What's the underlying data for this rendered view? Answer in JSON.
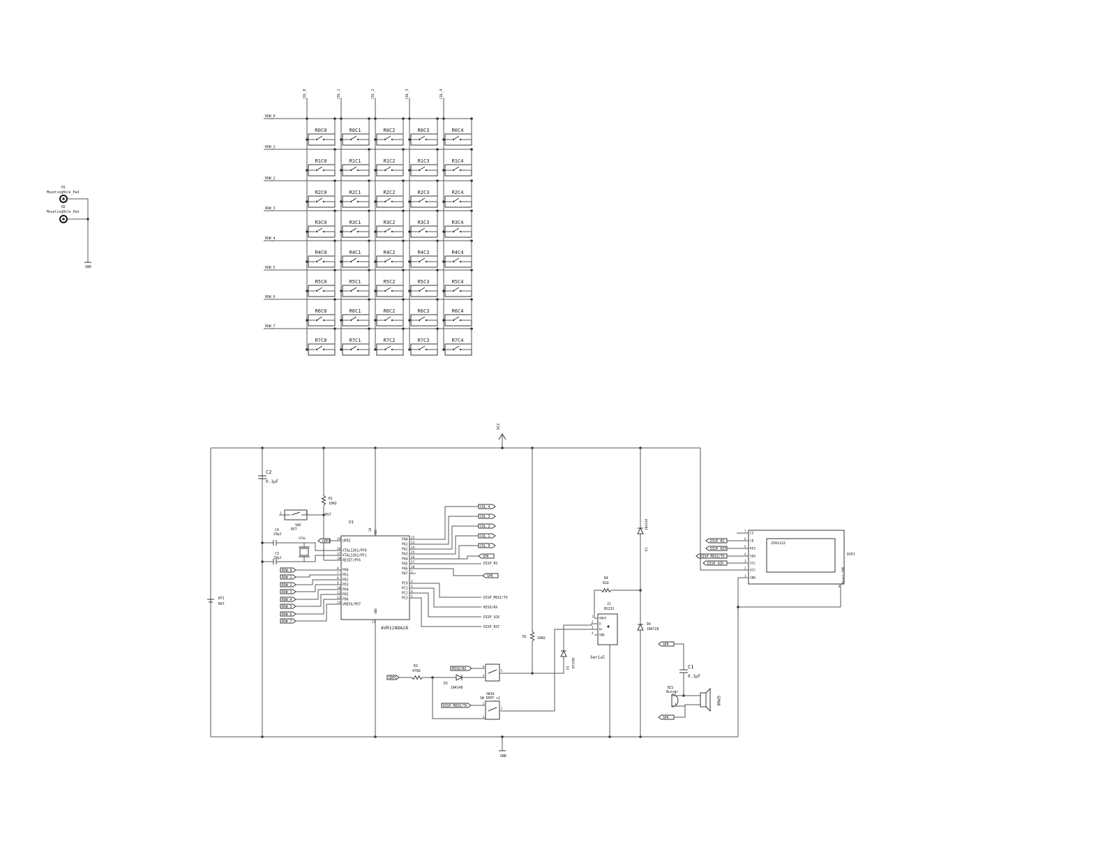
{
  "matrix": {
    "columns": [
      "COL_0",
      "COL_1",
      "COL_2",
      "COL_3",
      "COL_4"
    ],
    "rows": [
      "ROW_0",
      "ROW_1",
      "ROW_2",
      "ROW_3",
      "ROW_4",
      "ROW_5",
      "ROW_6",
      "ROW_7"
    ],
    "switch_refs": [
      [
        "R0C0",
        "R0C1",
        "R0C2",
        "R0C3",
        "R0C4"
      ],
      [
        "R1C0",
        "R1C1",
        "R1C2",
        "R1C3",
        "R1C4"
      ],
      [
        "R2C0",
        "R2C1",
        "R2C2",
        "R2C3",
        "R2C4"
      ],
      [
        "R3C0",
        "R3C1",
        "R3C2",
        "R3C3",
        "R3C4"
      ],
      [
        "R4C0",
        "R4C1",
        "R4C2",
        "R4C3",
        "R4C4"
      ],
      [
        "R5C0",
        "R5C1",
        "R5C2",
        "R5C3",
        "R5C4"
      ],
      [
        "R6C0",
        "R6C1",
        "R6C2",
        "R6C3",
        "R6C4"
      ],
      [
        "R7C0",
        "R7C1",
        "R7C2",
        "R7C3",
        "R7C4"
      ]
    ]
  },
  "mounting": {
    "h1_ref": "H1",
    "h1_val": "MountingHole_Pad",
    "h2_ref": "H2",
    "h2_val": "MountingHole_Pad",
    "gnd": "GND"
  },
  "power": {
    "vcc": "VCC",
    "gnd": "GND"
  },
  "battery": {
    "ref": "BT1",
    "val": "BAT"
  },
  "c2": {
    "ref": "C2",
    "val": "0.1µF"
  },
  "r1": {
    "ref": "R1",
    "val": "10KΩ"
  },
  "sw2": {
    "ref": "SW2",
    "val": "RST",
    "pin1": "1",
    "pin2": "2",
    "net": "RST"
  },
  "c4": {
    "ref": "C4",
    "val": "20pJ"
  },
  "c3": {
    "ref": "C3",
    "val": "20pJ"
  },
  "xtal": {
    "val": "XTAL"
  },
  "u1": {
    "ref": "U1",
    "val": "AVR128DA28",
    "vdd": "VDD",
    "gnd": "GND",
    "left_pins": [
      {
        "num": "19",
        "name": "UPDI"
      },
      {
        "num": "16",
        "name": "XTAL32K1/PF0"
      },
      {
        "num": "17",
        "name": "XTAL32K2/PF1"
      },
      {
        "num": "18",
        "name": "RESET/PF6"
      },
      {
        "num": "6",
        "name": "PD0"
      },
      {
        "num": "7",
        "name": "PD1"
      },
      {
        "num": "8",
        "name": "PD2"
      },
      {
        "num": "9",
        "name": "PD3"
      },
      {
        "num": "10",
        "name": "PD4"
      },
      {
        "num": "11",
        "name": "PD5"
      },
      {
        "num": "12",
        "name": "PD6"
      },
      {
        "num": "13",
        "name": "VREFA/PD7"
      }
    ],
    "right_pins": [
      {
        "num": "22",
        "name": "PA0"
      },
      {
        "num": "23",
        "name": "PA1"
      },
      {
        "num": "24",
        "name": "PA2"
      },
      {
        "num": "25",
        "name": "PA3"
      },
      {
        "num": "26",
        "name": "PA4"
      },
      {
        "num": "27",
        "name": "PA5"
      },
      {
        "num": "28",
        "name": "PA6"
      },
      {
        "num": "1",
        "name": "PA7"
      },
      {
        "num": "2",
        "name": "PC0"
      },
      {
        "num": "3",
        "name": "PC1"
      },
      {
        "num": "4",
        "name": "PC2"
      },
      {
        "num": "5",
        "name": "PC3"
      }
    ],
    "vdd_pin": "20",
    "gnd_pin": "15"
  },
  "labels": {
    "updi": "UDPI",
    "rows": [
      "ROW_0",
      "ROW_1",
      "ROW_2",
      "ROW_3",
      "ROW_4",
      "ROW_5",
      "ROW_6",
      "ROW_7"
    ],
    "cols": [
      "COL_4",
      "COL_3",
      "COL_2",
      "COL_1",
      "COL_0"
    ],
    "spk": "SPK",
    "disp_rs": "DISP_RS",
    "disp_mosi": "DISP_MOSI/TX",
    "miso": "MISO/RX",
    "disp_sck": "DISP_SCK",
    "disp_rst": "DISP_RST"
  },
  "r4": {
    "ref": "R4",
    "val": "82Ω"
  },
  "j2": {
    "ref": "J2",
    "val": "RS232",
    "title": "Serial",
    "pins": [
      "VBUS",
      "D-",
      "D+",
      "GND"
    ],
    "pin_nums": [
      "1",
      "2",
      "3",
      "4"
    ]
  },
  "r2": {
    "ref": "R2",
    "val": "10KΩ"
  },
  "d2": {
    "ref": "D2",
    "val": "1N4148"
  },
  "d1": {
    "ref": "D1",
    "val": "1N4148"
  },
  "d4": {
    "ref": "D4",
    "val": "1N4728"
  },
  "r3": {
    "ref": "R3",
    "val": "470Ω"
  },
  "d3": {
    "ref": "D3",
    "val": "1N4148"
  },
  "sw1": {
    "ref": "SW1A",
    "val": "SW_DPDT_x2"
  },
  "sw1b_pins": [
    "4",
    "5",
    "6"
  ],
  "sw1a_pins": [
    "1",
    "2",
    "3"
  ],
  "bz1": {
    "ref": "BZ1",
    "val": "Buzzer",
    "pin1": "1",
    "pin2": "2"
  },
  "c1": {
    "ref": "C1",
    "val": "0.1µF"
  },
  "spk_conn": {
    "val": "SPK0"
  },
  "disp": {
    "ref": "DSP1",
    "model": "250x122",
    "mount": "Mount_GND",
    "mount_pin": "8",
    "pins": [
      {
        "num": "7",
        "name": "CS"
      },
      {
        "num": "6",
        "name": "CD"
      },
      {
        "num": "5",
        "name": "RES"
      },
      {
        "num": "4",
        "name": "SDA"
      },
      {
        "num": "3",
        "name": "SCL"
      },
      {
        "num": "2",
        "name": "VCC"
      },
      {
        "num": "1",
        "name": "GND"
      }
    ],
    "labels": [
      "DISP_RS",
      "DISP_RST",
      "DISP_MOSI/TX",
      "DISP_SCK"
    ]
  }
}
